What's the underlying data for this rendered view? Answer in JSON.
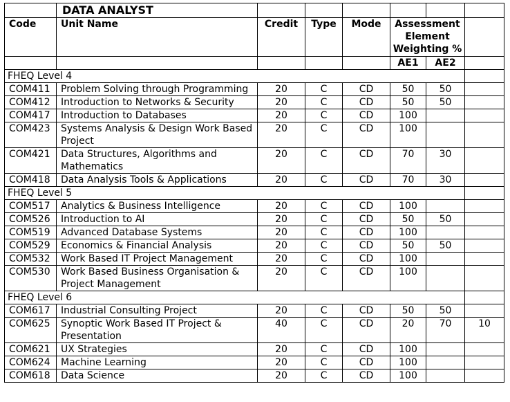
{
  "header": {
    "title": "DATA ANALYST",
    "code": "Code",
    "unit_name": "Unit Name",
    "credit": "Credit",
    "type": "Type",
    "mode": "Mode",
    "assessment_line1": "Assessment",
    "assessment_line2": "Element",
    "assessment_line3": "Weighting %",
    "ae1": "AE1",
    "ae2": "AE2"
  },
  "levels": [
    {
      "label": "FHEQ Level 4",
      "rows": [
        {
          "code": "COM411",
          "name": "Problem Solving through Programming",
          "credit": "20",
          "type": "C",
          "mode": "CD",
          "ae1": "50",
          "ae2": "50",
          "extra": ""
        },
        {
          "code": "COM412",
          "name": "Introduction to Networks & Security",
          "credit": "20",
          "type": "C",
          "mode": "CD",
          "ae1": "50",
          "ae2": "50",
          "extra": ""
        },
        {
          "code": "COM417",
          "name": "Introduction to Databases",
          "credit": "20",
          "type": "C",
          "mode": "CD",
          "ae1": "100",
          "ae2": "",
          "extra": ""
        },
        {
          "code": "COM423",
          "name": "Systems Analysis & Design Work Based Project",
          "credit": "20",
          "type": "C",
          "mode": "CD",
          "ae1": "100",
          "ae2": "",
          "extra": ""
        },
        {
          "code": "COM421",
          "name": "Data Structures, Algorithms and Mathematics",
          "credit": "20",
          "type": "C",
          "mode": "CD",
          "ae1": "70",
          "ae2": "30",
          "extra": ""
        },
        {
          "code": "COM418",
          "name": "Data Analysis Tools & Applications",
          "credit": "20",
          "type": "C",
          "mode": "CD",
          "ae1": "70",
          "ae2": "30",
          "extra": ""
        }
      ]
    },
    {
      "label": "FHEQ Level 5",
      "rows": [
        {
          "code": "COM517",
          "name": "Analytics & Business Intelligence",
          "credit": "20",
          "type": "C",
          "mode": "CD",
          "ae1": "100",
          "ae2": "",
          "extra": ""
        },
        {
          "code": "COM526",
          "name": "Introduction to AI",
          "credit": "20",
          "type": "C",
          "mode": "CD",
          "ae1": "50",
          "ae2": "50",
          "extra": ""
        },
        {
          "code": "COM519",
          "name": "Advanced Database Systems",
          "credit": "20",
          "type": "C",
          "mode": "CD",
          "ae1": "100",
          "ae2": "",
          "extra": ""
        },
        {
          "code": "COM529",
          "name": "Economics & Financial Analysis",
          "credit": "20",
          "type": "C",
          "mode": "CD",
          "ae1": "50",
          "ae2": "50",
          "extra": ""
        },
        {
          "code": "COM532",
          "name": "Work Based IT Project Management",
          "credit": "20",
          "type": "C",
          "mode": "CD",
          "ae1": "100",
          "ae2": "",
          "extra": ""
        },
        {
          "code": "COM530",
          "name": "Work Based Business Organisation & Project Management",
          "credit": "20",
          "type": "C",
          "mode": "CD",
          "ae1": "100",
          "ae2": "",
          "extra": ""
        }
      ]
    },
    {
      "label": "FHEQ Level 6",
      "rows": [
        {
          "code": "COM617",
          "name": "Industrial Consulting Project",
          "credit": "20",
          "type": "C",
          "mode": "CD",
          "ae1": "50",
          "ae2": "50",
          "extra": ""
        },
        {
          "code": "COM625",
          "name": "Synoptic Work Based IT Project & Presentation",
          "credit": "40",
          "type": "C",
          "mode": "CD",
          "ae1": "20",
          "ae2": "70",
          "extra": "10"
        },
        {
          "code": "COM621",
          "name": "UX Strategies",
          "credit": "20",
          "type": "C",
          "mode": "CD",
          "ae1": "100",
          "ae2": "",
          "extra": ""
        },
        {
          "code": "COM624",
          "name": "Machine Learning",
          "credit": "20",
          "type": "C",
          "mode": "CD",
          "ae1": "100",
          "ae2": "",
          "extra": ""
        },
        {
          "code": "COM618",
          "name": "Data Science",
          "credit": "20",
          "type": "C",
          "mode": "CD",
          "ae1": "100",
          "ae2": "",
          "extra": ""
        }
      ]
    }
  ]
}
